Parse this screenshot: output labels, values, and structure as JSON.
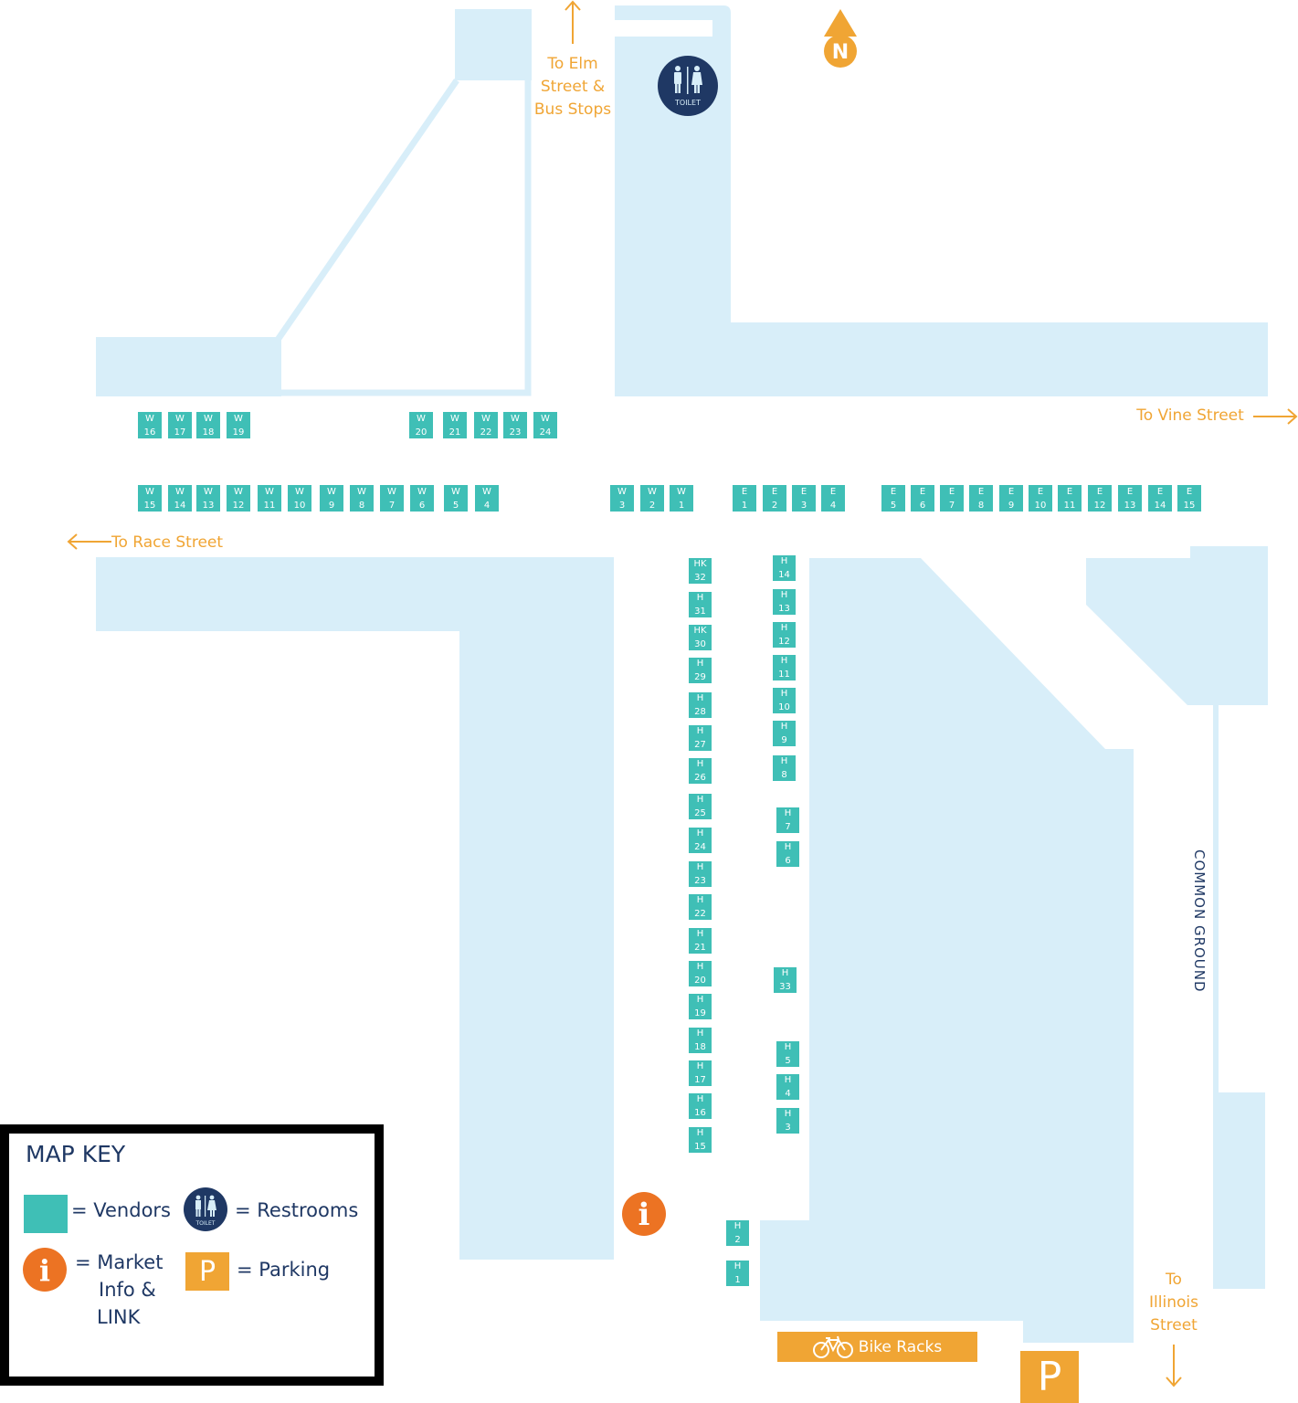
{
  "map": {
    "directions": {
      "elm": "To Elm Street & Bus Stops",
      "elm_lines": [
        "To Elm",
        "Street &",
        "Bus Stops"
      ],
      "vine": "To Vine Street",
      "race": "To Race Street",
      "illinois_lines": [
        "To",
        "Illinois",
        "Street"
      ]
    },
    "north": "N",
    "toilet": "TOILET",
    "common_ground": "COMMON GROUND",
    "bike_racks": "Bike Racks",
    "parking": "P",
    "info": "i"
  },
  "key": {
    "title": "MAP KEY",
    "vendors": "= Vendors",
    "restrooms": "= Restrooms",
    "info_lines": [
      "= Market",
      "Info &",
      "LINK"
    ],
    "parking": "= Parking",
    "parking_glyph": "P",
    "toilet_glyph": "TOILET",
    "info_glyph": "i"
  },
  "colors": {
    "block": "#d8eef9",
    "vendor": "#3fbfb6",
    "accent": "#f0a534",
    "info": "#ec7323",
    "navy": "#1f3864"
  },
  "stalls": {
    "west_top": [
      [
        "W",
        "16"
      ],
      [
        "W",
        "17"
      ],
      [
        "W",
        "18"
      ],
      [
        "W",
        "19"
      ],
      [
        "W",
        "20"
      ],
      [
        "W",
        "21"
      ],
      [
        "W",
        "22"
      ],
      [
        "W",
        "23"
      ],
      [
        "W",
        "24"
      ]
    ],
    "west_bottom": [
      [
        "W",
        "15"
      ],
      [
        "W",
        "14"
      ],
      [
        "W",
        "13"
      ],
      [
        "W",
        "12"
      ],
      [
        "W",
        "11"
      ],
      [
        "W",
        "10"
      ],
      [
        "W",
        "9"
      ],
      [
        "W",
        "8"
      ],
      [
        "W",
        "7"
      ],
      [
        "W",
        "6"
      ],
      [
        "W",
        "5"
      ],
      [
        "W",
        "4"
      ],
      [
        "W",
        "3"
      ],
      [
        "W",
        "2"
      ],
      [
        "W",
        "1"
      ]
    ],
    "east": [
      [
        "E",
        "1"
      ],
      [
        "E",
        "2"
      ],
      [
        "E",
        "3"
      ],
      [
        "E",
        "4"
      ],
      [
        "E",
        "5"
      ],
      [
        "E",
        "6"
      ],
      [
        "E",
        "7"
      ],
      [
        "E",
        "8"
      ],
      [
        "E",
        "9"
      ],
      [
        "E",
        "10"
      ],
      [
        "E",
        "11"
      ],
      [
        "E",
        "12"
      ],
      [
        "E",
        "13"
      ],
      [
        "E",
        "14"
      ],
      [
        "E",
        "15"
      ]
    ],
    "h_left": [
      [
        "HK",
        "32"
      ],
      [
        "H",
        "31"
      ],
      [
        "HK",
        "30"
      ],
      [
        "H",
        "29"
      ],
      [
        "H",
        "28"
      ],
      [
        "H",
        "27"
      ],
      [
        "H",
        "26"
      ],
      [
        "H",
        "25"
      ],
      [
        "H",
        "24"
      ],
      [
        "H",
        "23"
      ],
      [
        "H",
        "22"
      ],
      [
        "H",
        "21"
      ],
      [
        "H",
        "20"
      ],
      [
        "H",
        "19"
      ],
      [
        "H",
        "18"
      ],
      [
        "H",
        "17"
      ],
      [
        "H",
        "16"
      ],
      [
        "H",
        "15"
      ]
    ],
    "h_right": [
      [
        "H",
        "14"
      ],
      [
        "H",
        "13"
      ],
      [
        "H",
        "12"
      ],
      [
        "H",
        "11"
      ],
      [
        "H",
        "10"
      ],
      [
        "H",
        "9"
      ],
      [
        "H",
        "8"
      ],
      [
        "H",
        "7"
      ],
      [
        "H",
        "6"
      ],
      [
        "H",
        "33"
      ],
      [
        "H",
        "5"
      ],
      [
        "H",
        "4"
      ],
      [
        "H",
        "3"
      ]
    ],
    "h_bottom": [
      [
        "H",
        "2"
      ],
      [
        "H",
        "1"
      ]
    ]
  }
}
